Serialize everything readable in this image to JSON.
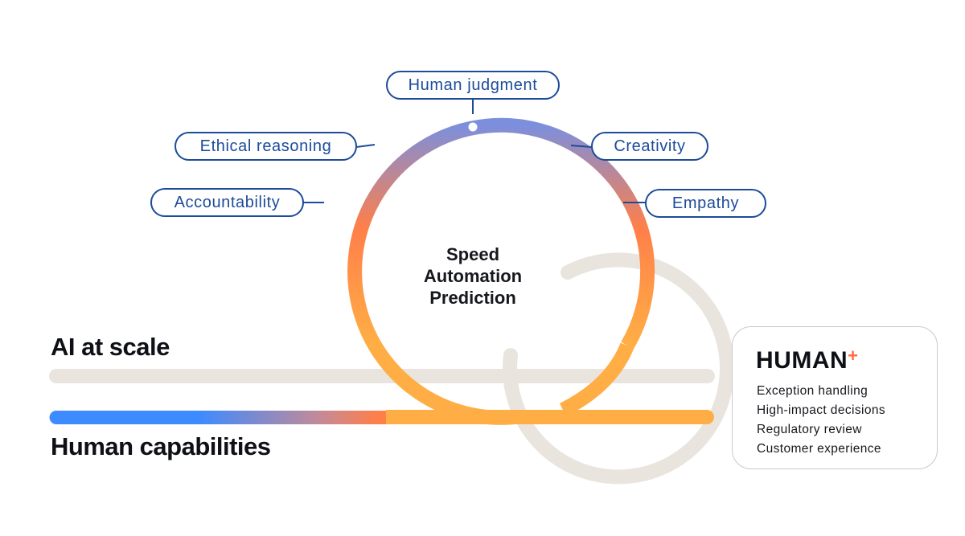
{
  "diagram": {
    "capabilities": [
      {
        "label": "Human judgment"
      },
      {
        "label": "Ethical reasoning"
      },
      {
        "label": "Creativity"
      },
      {
        "label": "Accountability"
      },
      {
        "label": "Empathy"
      }
    ],
    "center_lines": [
      "Speed",
      "Automation",
      "Prediction"
    ],
    "ai_label": "AI at scale",
    "human_label": "Human capabilities"
  },
  "card": {
    "brand": "HUMAN",
    "brand_mark": "+",
    "items": [
      "Exception handling",
      "High-impact decisions",
      "Regulatory review",
      "Customer experience"
    ]
  },
  "colors": {
    "blue": "#3d8bff",
    "periwinkle": "#7c8fdd",
    "orange": "#ff7f4a",
    "amber": "#ffae45",
    "track_gray": "#e9e5de",
    "pill_border": "#1c4b9a",
    "brand_plus": "#ff6b3d"
  }
}
